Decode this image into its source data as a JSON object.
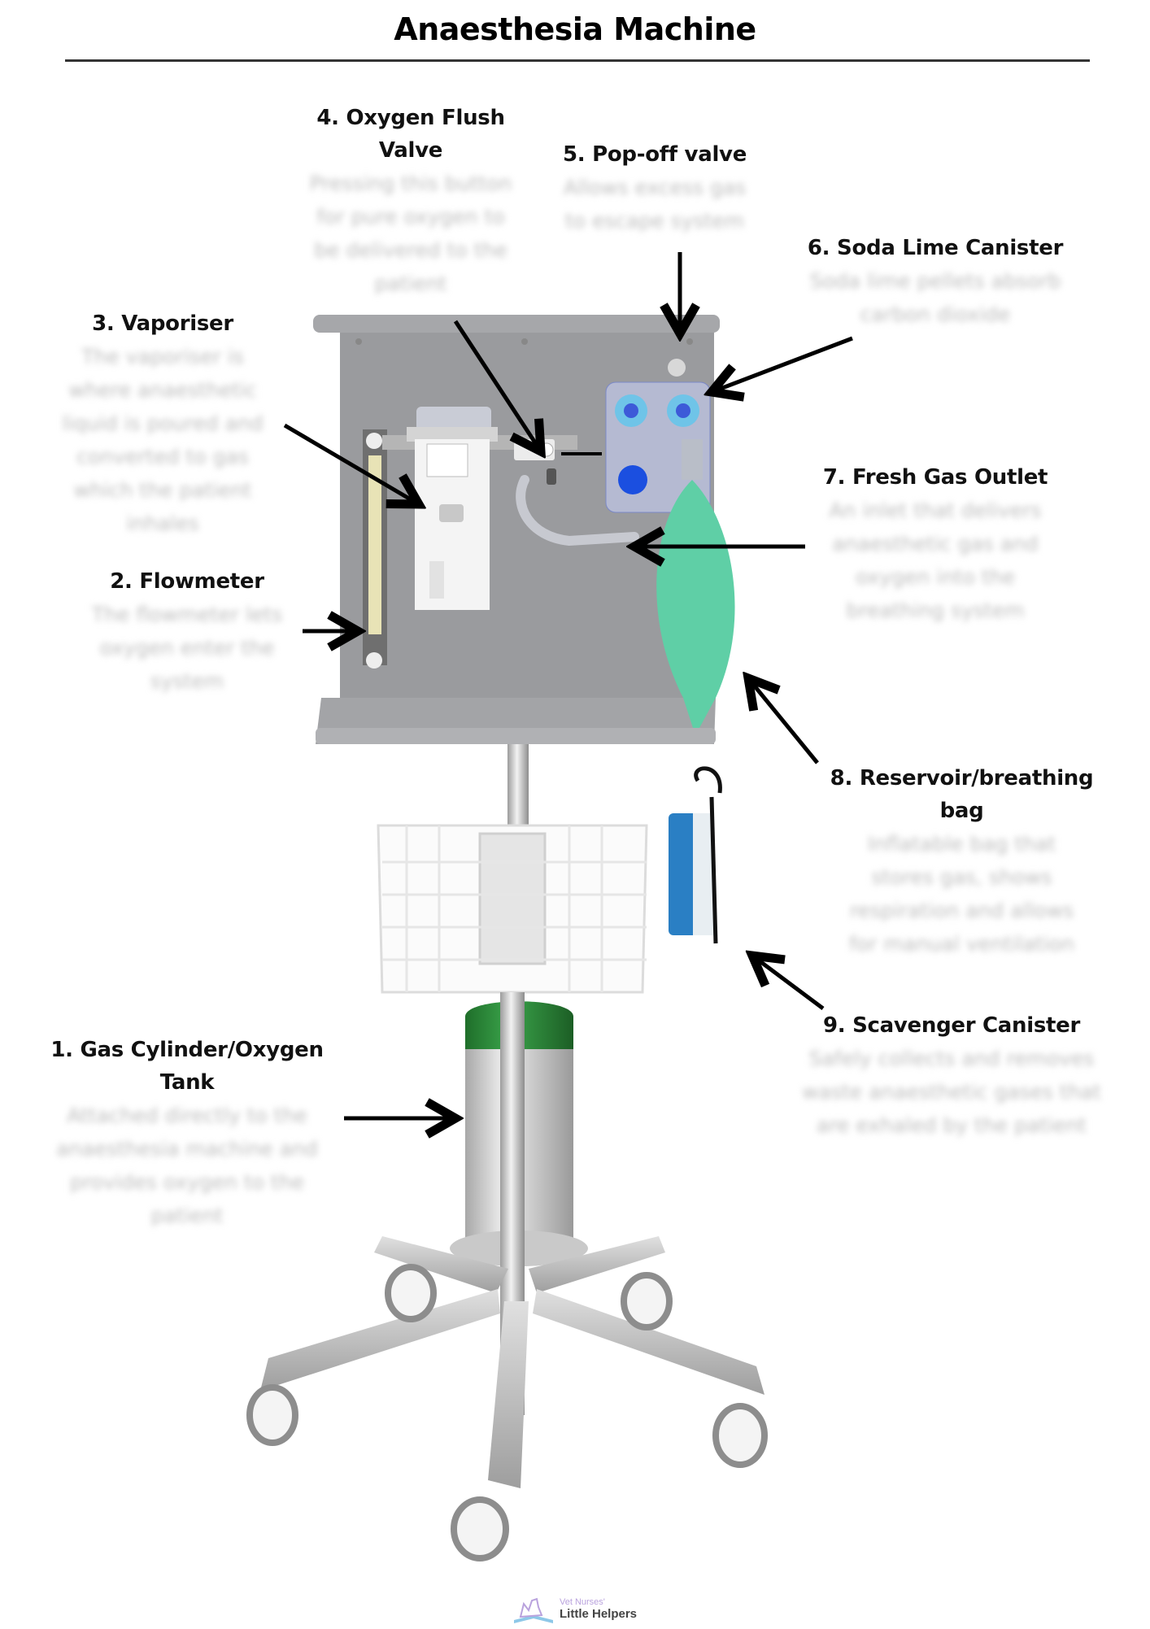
{
  "title": "Anaesthesia Machine",
  "components": [
    {
      "number": "1.",
      "name": "Gas Cylinder/Oxygen Tank",
      "description": "Attached directly to the anaesthesia machine and provides oxygen to the patient"
    },
    {
      "number": "2.",
      "name": "Flowmeter",
      "description": "The flowmeter lets oxygen enter the system"
    },
    {
      "number": "3.",
      "name": "Vaporiser",
      "description": "The vaporiser is where anaesthetic liquid is poured and converted to gas which the patient inhales"
    },
    {
      "number": "4.",
      "name": "Oxygen Flush Valve",
      "description": "Pressing this button for pure oxygen to be delivered to the patient"
    },
    {
      "number": "5.",
      "name": "Pop-off valve",
      "description": "Allows excess gas to escape system"
    },
    {
      "number": "6.",
      "name": "Soda Lime Canister",
      "description": "Soda lime pellets absorb carbon dioxide"
    },
    {
      "number": "7.",
      "name": "Fresh Gas Outlet",
      "description": "An inlet that delivers anaesthetic gas and oxygen into the breathing system"
    },
    {
      "number": "8.",
      "name": "Reservoir/breathing bag",
      "description": "Inflatable bag that stores gas, shows respiration and allows for manual ventilation"
    },
    {
      "number": "9.",
      "name": "Scavenger Canister",
      "description": "Safely collects and removes waste anaesthetic gases that are exhaled by the patient"
    }
  ],
  "logo": {
    "line1": "Vet Nurses'",
    "line2": "Little Helpers"
  },
  "colors": {
    "panel": "#9a9b9e",
    "bag": "#5fcfa6",
    "cylinder": "#2e8b3a",
    "scavenger": "#2a7fc4",
    "arrow": "#000000"
  }
}
